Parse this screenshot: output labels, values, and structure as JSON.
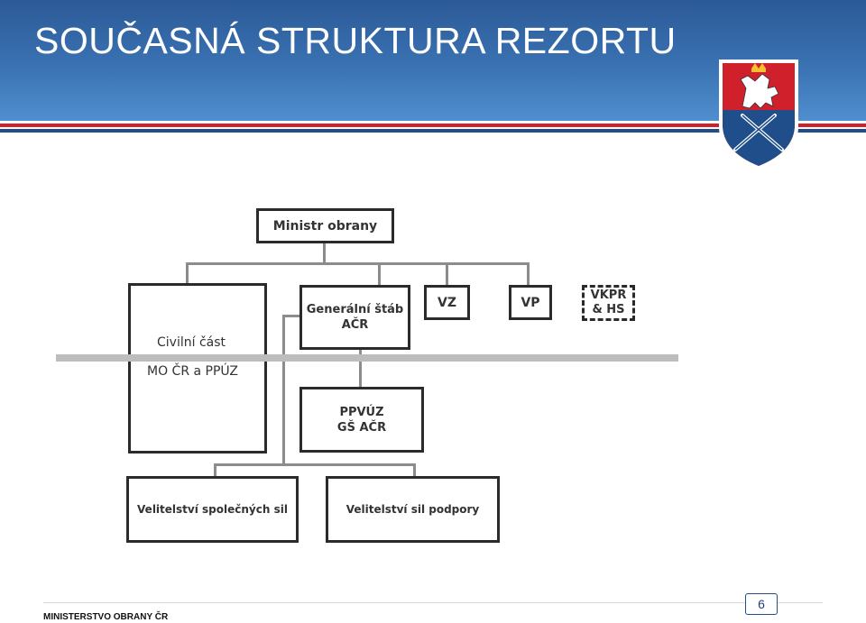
{
  "slide": {
    "title": "SOUČASNÁ STRUKTURA REZORTU",
    "footer": "MINISTERSTVO OBRANY ČR",
    "page_number": "6"
  },
  "colors": {
    "header_blue": "#3a72b3",
    "stripe_red": "#d0202c",
    "stripe_blue": "#1f4e8a"
  },
  "diagram": {
    "minister": "Ministr obrany",
    "civil_box": {
      "line1": "Civilní část",
      "line2": "MO ČR a PPÚZ"
    },
    "general_staff": {
      "line1": "Generální štáb",
      "line2": "AČR"
    },
    "vz": "VZ",
    "vp": "VP",
    "vkpr": {
      "line1": "VKPR",
      "line2": "& HS"
    },
    "ppvuz": {
      "line1": "PPVÚZ",
      "line2": "GŠ AČR"
    },
    "joint_forces": "Velitelství společných sil",
    "support_forces": "Velitelství sil podpory"
  },
  "icons": {
    "emblem": "ministry-coat-of-arms-icon"
  }
}
